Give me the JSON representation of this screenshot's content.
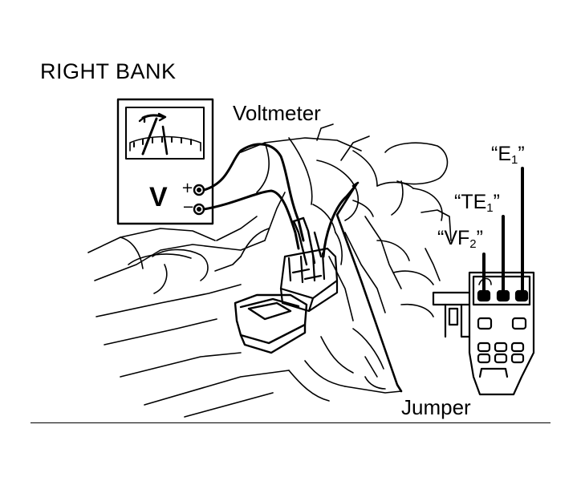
{
  "diagram": {
    "title": "RIGHT BANK",
    "labels": {
      "voltmeter": "Voltmeter",
      "jumper": "Jumper",
      "e1": {
        "prefix": "“E",
        "sub": "1",
        "suffix": "”"
      },
      "te1": {
        "prefix": "“TE",
        "sub": "1",
        "suffix": "”"
      },
      "vf2": {
        "prefix": "“VF",
        "sub": "2",
        "suffix": "”"
      }
    },
    "meter": {
      "symbol": "V",
      "plus": "+",
      "minus": "−"
    }
  }
}
